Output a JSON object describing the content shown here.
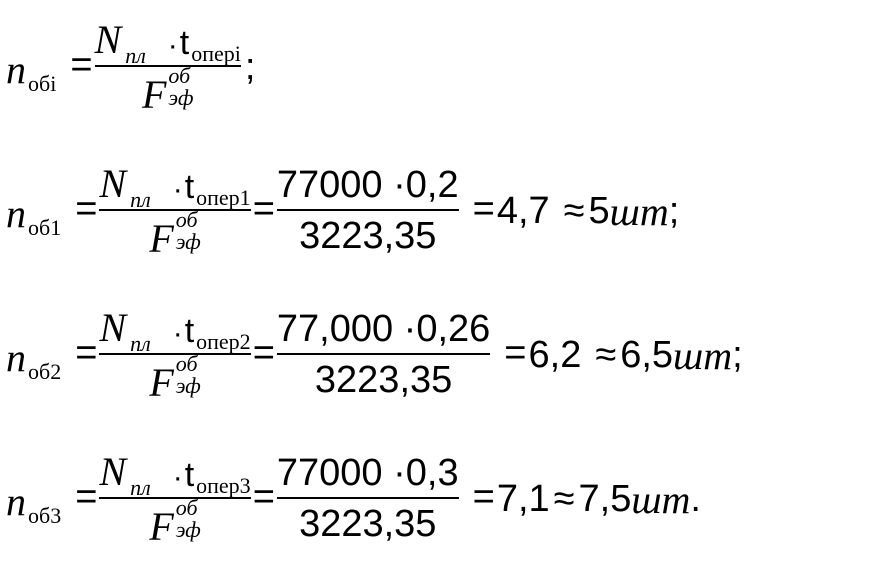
{
  "rows": [
    {
      "lhs_var": "n",
      "lhs_sub": "обі",
      "eq": "=",
      "f_num_var": "N",
      "f_num_sub": "пл",
      "dot": "·",
      "t": "t",
      "t_sub": "оперi",
      "f_den_var": "F",
      "f_den_sup": "об",
      "f_den_sub": "эф",
      "tail": ";"
    },
    {
      "lhs_var": "n",
      "lhs_sub": "об1",
      "eq": "=",
      "f_num_var": "N",
      "f_num_sub": "пл",
      "dot": "·",
      "t": "t",
      "t_sub": "опер1",
      "f_den_var": "F",
      "f_den_sup": "об",
      "f_den_sub": "эф",
      "eq2": "=",
      "n_num": "77000 ·0,2",
      "n_den": "3223,35",
      "eq3": "=",
      "value": "4,7",
      "approx": "≈",
      "rounded": "5",
      "unit": "шт",
      "tail": ";"
    },
    {
      "lhs_var": "n",
      "lhs_sub": "об2",
      "eq": "=",
      "f_num_var": "N",
      "f_num_sub": "пл",
      "dot": "·",
      "t": "t",
      "t_sub": "опер2",
      "f_den_var": "F",
      "f_den_sup": "об",
      "f_den_sub": "эф",
      "eq2": "=",
      "n_num": "77,000 ·0,26",
      "n_den": "3223,35",
      "eq3": "=",
      "value": "6,2",
      "approx": "≈",
      "rounded": "6,5",
      "unit": "шт",
      "tail": ";"
    },
    {
      "lhs_var": "n",
      "lhs_sub": "об3",
      "eq": "=",
      "f_num_var": "N",
      "f_num_sub": "пл",
      "dot": "·",
      "t": "t",
      "t_sub": "опер3",
      "f_den_var": "F",
      "f_den_sup": "об",
      "f_den_sub": "эф",
      "eq2": "=",
      "n_num": "77000 ·0,3",
      "n_den": "3223,35",
      "eq3": "=",
      "value": "7,1",
      "approx": "≈",
      "rounded": "7,5",
      "unit": "шт",
      "tail": "."
    }
  ]
}
